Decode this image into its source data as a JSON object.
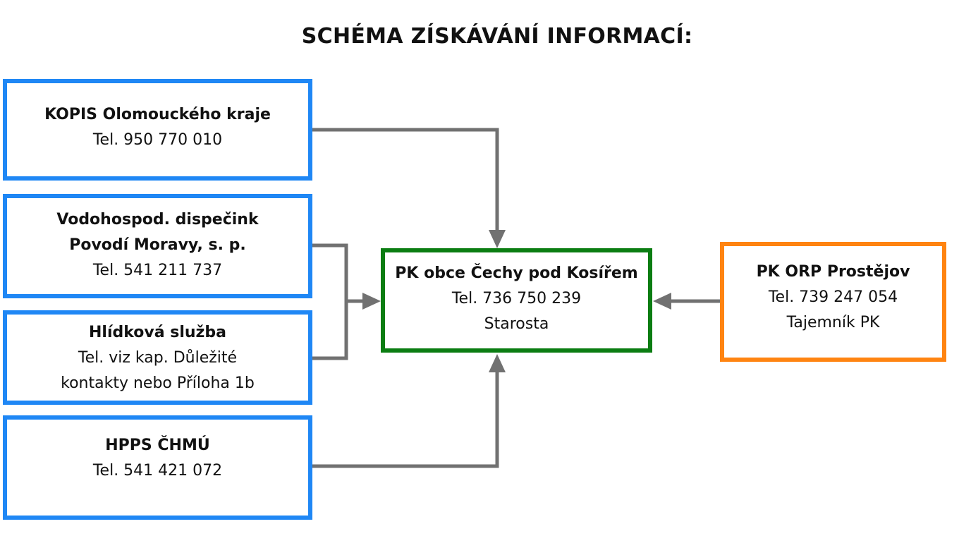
{
  "title": "SCHÉMA ZÍSKÁVÁNÍ INFORMACÍ:",
  "colors": {
    "source_border": "#1f87f5",
    "center_border": "#0b7d12",
    "orp_border": "#ff8411",
    "connector": "#717171"
  },
  "nodes": {
    "kopis": {
      "name": "KOPIS Olomouckého kraje",
      "phone": "Tel. 950 770 010"
    },
    "vodo": {
      "name_line1": "Vodohospod. dispečink",
      "name_line2": "Povodí Moravy, s. p.",
      "phone": "Tel. 541 211 737"
    },
    "hlidka": {
      "name": "Hlídková služba",
      "phone_line1": "Tel. viz kap. Důležité",
      "phone_line2": "kontakty nebo Příloha 1b"
    },
    "hpps": {
      "name": "HPPS ČHMÚ",
      "phone": "Tel. 541 421 072"
    },
    "pk": {
      "name": "PK obce Čechy pod Kosířem",
      "phone": "Tel. 736 750 239",
      "role": "Starosta"
    },
    "orp": {
      "name": "PK ORP Prostějov",
      "phone": "Tel. 739 247 054",
      "role": "Tajemník PK"
    }
  }
}
